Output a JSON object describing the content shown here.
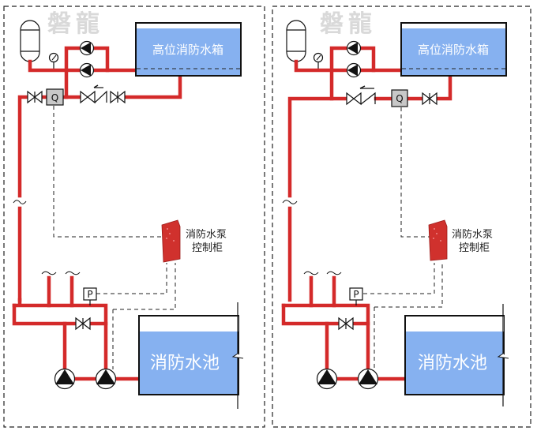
{
  "watermark": "磐龍",
  "panels": [
    {
      "id": "left",
      "high_tank_label": "高位消防水箱",
      "pool_label": "消防水池",
      "cabinet_label_line1": "消防水泵",
      "cabinet_label_line2": "控制柜",
      "flow_switch_letter": "Q",
      "pressure_switch_letter": "P"
    },
    {
      "id": "right",
      "high_tank_label": "高位消防水箱",
      "pool_label": "消防水池",
      "cabinet_label_line1": "消防水泵",
      "cabinet_label_line2": "控制柜",
      "flow_switch_letter": "Q",
      "pressure_switch_letter": "P"
    }
  ],
  "colors": {
    "pipe": "#d42a2a",
    "water": "#86b1f0",
    "cabinet": "#d0312d",
    "flow_switch_fill": "#c8c8c8"
  }
}
